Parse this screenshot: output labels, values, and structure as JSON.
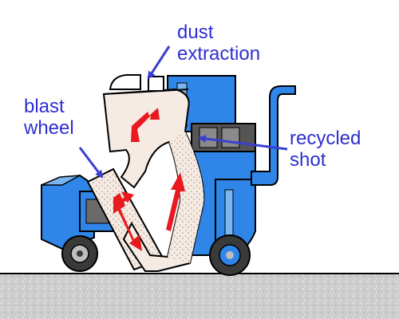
{
  "labels": {
    "dust_extraction": [
      "dust",
      "extraction"
    ],
    "blast_wheel": [
      "blast",
      "wheel"
    ],
    "recycled_shot": [
      "recycled",
      "shot"
    ]
  },
  "colors": {
    "label_text": "#2e2fcf",
    "pointer_arrow": "#3a3fd0",
    "machine_blue": "#2f86e8",
    "machine_blue_light": "#7ab6f2",
    "hopper_fill": "#f6ebe3",
    "shot_path_arrow": "#e8191f",
    "wheel_dark": "#3a3a3a",
    "wheel_hub": "#bdbdbd",
    "outline": "#000000",
    "ground": "#c9c9c9"
  },
  "icons": {
    "wheels": "machine-wheel-icon",
    "flow_arrows": "shot-flow-arrow-icon",
    "label_pointers": "label-pointer-arrow-icon"
  }
}
